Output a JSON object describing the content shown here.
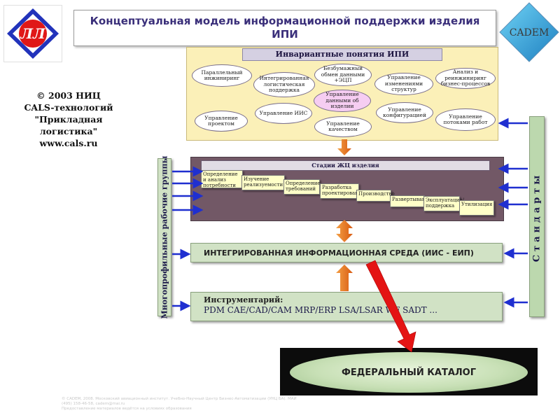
{
  "title": "Концептуальная модель информационной поддержки изделия ИПИ",
  "logo_left_text": "ЛЛ",
  "logo_right_text": "CADEM",
  "copyright": [
    "© 2003 НИЦ",
    "CALS-технологий",
    "\"Прикладная",
    "логистика\"",
    "www.cals.ru"
  ],
  "invariant": {
    "title": "Инвариантные понятия ИПИ",
    "items": [
      "Параллельный инжиниринг",
      "Интегрированная логистическая поддержка",
      "Безбумажный обмен данными +ЭЦП",
      "Управление изменениями структур",
      "Анализ и реинжиниринг бизнес-процессов",
      "Управление данными об изделии",
      "Управление проектом",
      "Управление ИИС",
      "Управление конфигурацией",
      "Управление потоками работ",
      "Управление качеством"
    ]
  },
  "stages": {
    "title": "Стадии ЖЦ изделия",
    "items": [
      "Определение и анализ потребности",
      "Изучение реализуемости",
      "Определение требований",
      "Разработка проектирование",
      "Производство",
      "Развертывание",
      "Эксплуатация/ поддержка",
      "Утилизация"
    ]
  },
  "ies_label": "ИНТЕГРИРОВАННАЯ ИНФОРМАЦИОННАЯ СРЕДА (ИИС - ЕИП)",
  "tools": {
    "label": "Инструментарий:",
    "items": "PDM CAE/CAD/CAM MRP/ERP LSA/LSAR WF SADT ..."
  },
  "left_bar": "Многопрофильные рабочие группы",
  "right_bar": "Стандарты",
  "federal": "ФЕДЕРАЛЬНЫЙ КАТАЛОГ",
  "footer": [
    "© CADEM, 2008. Московский авиационный институт. Учебно-Научный Центр Бизнес-Автоматизации (УНЦ БА). МАИ",
    "(495) 158-46-58, cadem@mai.ru",
    "Предоставление материалов ведётся на условиях образования"
  ],
  "colors": {
    "title_text": "#3a2f7a",
    "invariant_bg": "#fbf0b8",
    "stages_bg": "#725866",
    "panel_green": "#d1e2c5",
    "arrow_blue": "#1f2fd0",
    "arrow_orange": "#e8741e",
    "arrow_red": "#e41414"
  }
}
